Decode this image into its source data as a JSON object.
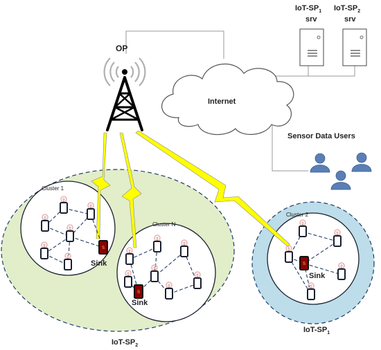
{
  "labels": {
    "op": "OP",
    "internet": "Internet",
    "server1_line1": "IoT-SP",
    "server1_sub": "1",
    "server1_line2": "srv",
    "server2_line1": "IoT-SP",
    "server2_sub": "2",
    "server2_line2": "srv",
    "sensor_data_users": "Sensor Data Users",
    "cluster1": "Cluster 1",
    "clusterN": "Cluster N",
    "cluster2": "Cluster 2",
    "sink": "Sink",
    "sink_badge": "S",
    "iotsp2_main": "IoT-SP",
    "iotsp2_sub": "2",
    "iotsp1_main": "IoT-SP",
    "iotsp1_sub": "1"
  },
  "colors": {
    "sp2_fill": "#e2edc9",
    "sp1_fill": "#bcdde9",
    "cluster_border": "#1f3b66",
    "link_lines": "#1f3b66",
    "wireless_bolt": "#ffff00",
    "sensor_fill": "#ffffff",
    "sensor_border": "#1a2030",
    "sensor_antenna": "#e8b4b4",
    "sink_fill": "#8b0000",
    "user_fill": "#5b7fb5",
    "tower": "#000000"
  },
  "icons": {
    "tower": "cell-tower-icon",
    "cloud": "cloud-icon",
    "server": "server-icon",
    "user": "user-icon",
    "sensor": "sensor-node-icon",
    "sink": "sink-node-icon",
    "wireless": "lightning-bolt-icon"
  }
}
